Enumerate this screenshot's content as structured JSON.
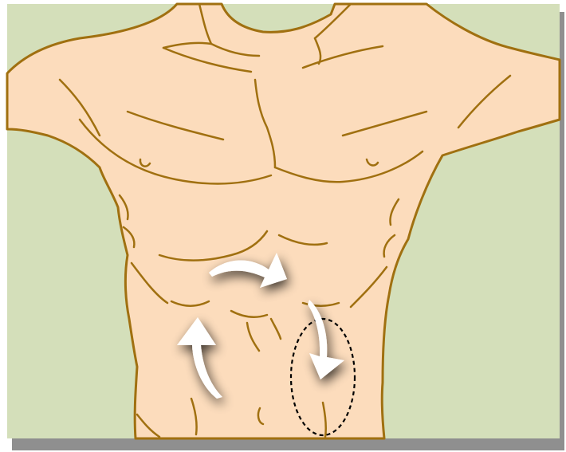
{
  "illustration": {
    "subject": "torso-abdominal-massage",
    "colors": {
      "background": "#d4dfba",
      "skin": "#fcdcbc",
      "outline": "#a07010",
      "frame_shadow": "#8f8f8f",
      "arrow": "#ffffff",
      "marker": "#000000"
    },
    "arrows": [
      {
        "id": "upper",
        "direction": "right"
      },
      {
        "id": "right",
        "direction": "down"
      },
      {
        "id": "left",
        "direction": "up"
      }
    ],
    "highlight": {
      "shape": "dashed-ellipse",
      "region": "lower-right-abdomen"
    }
  }
}
